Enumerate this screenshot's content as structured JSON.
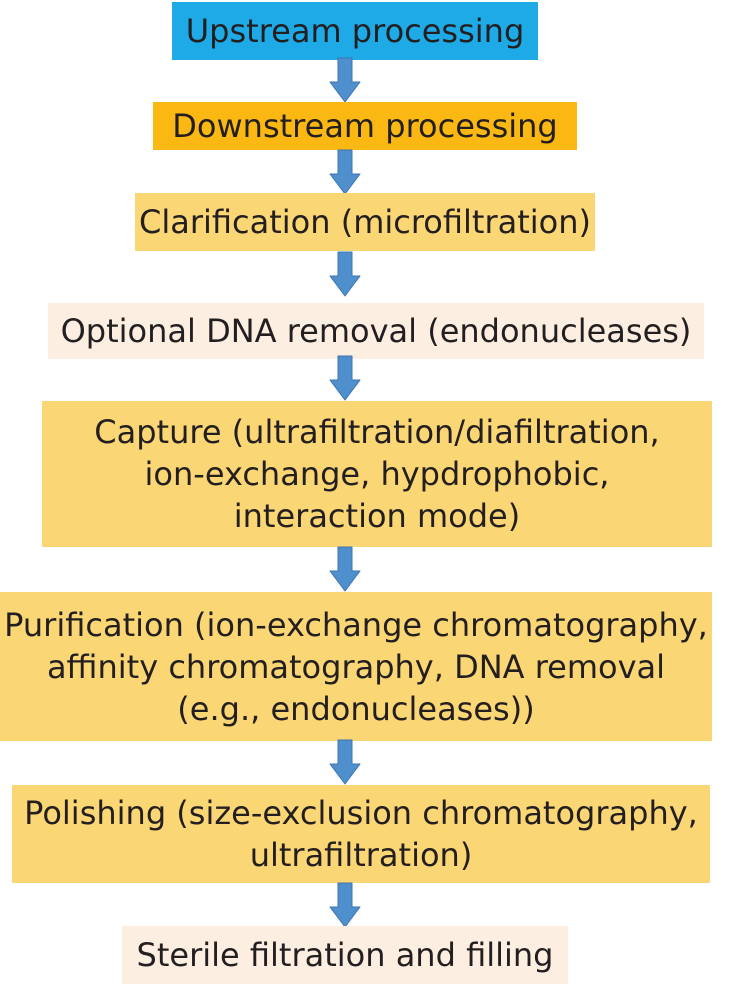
{
  "colors": {
    "upstream_fill": "#1eaae7",
    "downstream_fill": "#fbb813",
    "step_fill": "#fbd674",
    "optional_fill": "#fdeee2",
    "arrow_fill": "#4f8fcd",
    "arrow_stroke": "#3b74b0",
    "text": "#231f20"
  },
  "flow": {
    "upstream": "Upstream processing",
    "downstream": "Downstream processing",
    "clarification": "Clarification (microfiltration)",
    "optional_dna": "Optional DNA removal (endonucleases)",
    "capture": {
      "line1": "Capture (ultrafiltration/diafiltration,",
      "line2": "ion-exchange, hypdrophobic,",
      "line3": "interaction mode)"
    },
    "purification": {
      "line1": "Purification (ion-exchange chromatography,",
      "line2": "affinity chromatography, DNA removal",
      "line3": "(e.g., endonucleases))"
    },
    "polishing": {
      "line1": "Polishing (size-exclusion chromatography,",
      "line2": "ultrafiltration)"
    },
    "sterile": "Sterile filtration and filling"
  },
  "icons": {
    "connector": "arrow-down-icon"
  }
}
